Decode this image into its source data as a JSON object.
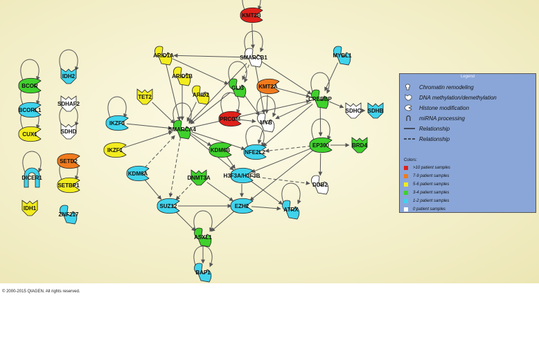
{
  "copyright": "© 2000-2015 QIAGEN. All rights reserved.",
  "legend": {
    "title": "Legend",
    "items": [
      {
        "label": "Chromatin remodeling",
        "icon": "chromatin-remodeling-icon"
      },
      {
        "label": "DNA methylation/demethylation",
        "icon": "dna-methylation-icon"
      },
      {
        "label": "Histone modification",
        "icon": "histone-modification-icon"
      },
      {
        "label": "miRNA processing",
        "icon": "mirna-processing-icon"
      },
      {
        "label": "Relationship",
        "icon": "solid-line-icon"
      },
      {
        "label": "Relationship",
        "icon": "dashed-line-icon"
      }
    ],
    "colors_title": "Colors:",
    "colors": [
      {
        "label": ">10 patient samples",
        "color": "#e0201a"
      },
      {
        "label": "7-9 patient samples",
        "color": "#f07a1c"
      },
      {
        "label": "5-6 patient samples",
        "color": "#f2ec1e"
      },
      {
        "label": "3-4 patient samples",
        "color": "#3fd12c"
      },
      {
        "label": "1-2 patient samples",
        "color": "#3fd3ec"
      },
      {
        "label": "0 patient samples",
        "color": "#ffffff"
      }
    ]
  },
  "palette": {
    "red": "#e0201a",
    "orange": "#f07a1c",
    "yellow": "#f2ec1e",
    "green": "#3fd12c",
    "cyan": "#3fd3ec",
    "white": "#ffffff"
  },
  "nodes": [
    {
      "id": "KMT2B",
      "label": "KMT2B",
      "color": "red",
      "shape": "heart"
    },
    {
      "id": "SMARCB1",
      "label": "SMARCB1",
      "color": "white",
      "shape": "chromatin"
    },
    {
      "id": "ARID1A",
      "label": "ARID1A",
      "color": "yellow",
      "shape": "chromatin"
    },
    {
      "id": "ARID1B",
      "label": "ARID1B",
      "color": "yellow",
      "shape": "chromatin"
    },
    {
      "id": "ARID2",
      "label": "ARID2",
      "color": "yellow",
      "shape": "chromatin"
    },
    {
      "id": "TET2",
      "label": "TET2",
      "color": "yellow",
      "shape": "dna"
    },
    {
      "id": "GLI3",
      "label": "GLI3",
      "color": "green",
      "shape": "chromatin"
    },
    {
      "id": "KMT2A",
      "label": "KMT2A",
      "color": "orange",
      "shape": "heart"
    },
    {
      "id": "CREBBP",
      "label": "CREBBP",
      "color": "green",
      "shape": "chromatin"
    },
    {
      "id": "MYBL1",
      "label": "MYBL1",
      "color": "cyan",
      "shape": "chromatin"
    },
    {
      "id": "SDHC",
      "label": "SDHC",
      "color": "white",
      "shape": "dna"
    },
    {
      "id": "SDHB",
      "label": "SDHB",
      "color": "cyan",
      "shape": "dna"
    },
    {
      "id": "IKZF3",
      "label": "IKZF3",
      "color": "cyan",
      "shape": "heart"
    },
    {
      "id": "SMARCA4",
      "label": "SMARCA4",
      "color": "green",
      "shape": "chromatin"
    },
    {
      "id": "PRCOM",
      "label": "PRCOM",
      "color": "red",
      "shape": "heart"
    },
    {
      "id": "MYB",
      "label": "MYB",
      "color": "white",
      "shape": "chromatin"
    },
    {
      "id": "IKZF1",
      "label": "IKZF1",
      "color": "yellow",
      "shape": "heart"
    },
    {
      "id": "KDM6B",
      "label": "KDM6B",
      "color": "green",
      "shape": "heart"
    },
    {
      "id": "NFE2L2",
      "label": "NFE2L2",
      "color": "cyan",
      "shape": "heart"
    },
    {
      "id": "EP300",
      "label": "EP300",
      "color": "green",
      "shape": "heart"
    },
    {
      "id": "BRD4",
      "label": "BRD4",
      "color": "green",
      "shape": "dna"
    },
    {
      "id": "KDM6A",
      "label": "KDM6A",
      "color": "cyan",
      "shape": "heart"
    },
    {
      "id": "DNMT3A",
      "label": "DNMT3A",
      "color": "green",
      "shape": "dna"
    },
    {
      "id": "H3F3A",
      "label": "H3F3A/H3F3B",
      "color": "cyan",
      "shape": "heart"
    },
    {
      "id": "DDB2",
      "label": "DDB2",
      "color": "white",
      "shape": "chromatin"
    },
    {
      "id": "SUZ12",
      "label": "SUZ12",
      "color": "cyan",
      "shape": "heart"
    },
    {
      "id": "EZH2",
      "label": "EZH2",
      "color": "cyan",
      "shape": "heart"
    },
    {
      "id": "ATRX",
      "label": "ATRX",
      "color": "cyan",
      "shape": "chromatin"
    },
    {
      "id": "ASXL1",
      "label": "ASXL1",
      "color": "green",
      "shape": "chromatin"
    },
    {
      "id": "BAP1",
      "label": "BAP1",
      "color": "cyan",
      "shape": "chromatin"
    },
    {
      "id": "BCOR",
      "label": "BCOR",
      "color": "green",
      "shape": "heart"
    },
    {
      "id": "BCORL1",
      "label": "BCORL1",
      "color": "cyan",
      "shape": "heart"
    },
    {
      "id": "CUX1",
      "label": "CUX1",
      "color": "yellow",
      "shape": "heart"
    },
    {
      "id": "DICER1",
      "label": "DICER1",
      "color": "cyan",
      "shape": "mirna"
    },
    {
      "id": "IDH1",
      "label": "IDH1",
      "color": "yellow",
      "shape": "dna"
    },
    {
      "id": "IDH2",
      "label": "IDH2",
      "color": "cyan",
      "shape": "dna"
    },
    {
      "id": "SDHAF2",
      "label": "SDHAF2",
      "color": "white",
      "shape": "dna"
    },
    {
      "id": "SDHD",
      "label": "SDHD",
      "color": "white",
      "shape": "dna"
    },
    {
      "id": "SETD2",
      "label": "SETD2",
      "color": "orange",
      "shape": "heart"
    },
    {
      "id": "SETBP1",
      "label": "SETBP1",
      "color": "yellow",
      "shape": "heart"
    },
    {
      "id": "ZNF217",
      "label": "ZNF217",
      "color": "cyan",
      "shape": "chromatin"
    }
  ],
  "self_loops": [
    "KMT2B",
    "SMARCB1",
    "GLI3",
    "CREBBP",
    "SMARCA4",
    "MYB",
    "NFE2L2",
    "EP300",
    "ATRX",
    "ASXL1",
    "BAP1",
    "BCOR",
    "BCORL1",
    "CUX1",
    "DICER1",
    "IDH2",
    "SDHD",
    "SETBP1",
    "PRCOM",
    "IKZF3"
  ],
  "edges": [
    {
      "from": "KMT2B",
      "to": "SMARCB1",
      "style": "solid"
    },
    {
      "from": "SMARCB1",
      "to": "ARID1A",
      "style": "solid"
    },
    {
      "from": "SMARCB1",
      "to": "SMARCA4",
      "style": "solid"
    },
    {
      "from": "SMARCB1",
      "to": "MYB",
      "style": "solid"
    },
    {
      "from": "SMARCB1",
      "to": "CREBBP",
      "style": "solid"
    },
    {
      "from": "SMARCB1",
      "to": "GLI3",
      "style": "dashed"
    },
    {
      "from": "ARID1A",
      "to": "SMARCA4",
      "style": "solid"
    },
    {
      "from": "ARID1B",
      "to": "SMARCA4",
      "style": "solid"
    },
    {
      "from": "ARID2",
      "to": "SMARCA4",
      "style": "solid"
    },
    {
      "from": "TET2",
      "to": "SMARCA4",
      "style": "solid"
    },
    {
      "from": "IKZF3",
      "to": "SMARCA4",
      "style": "solid"
    },
    {
      "from": "IKZF1",
      "to": "SMARCA4",
      "style": "solid"
    },
    {
      "from": "KDM6A",
      "to": "SMARCA4",
      "style": "dashed"
    },
    {
      "from": "SMARCA4",
      "to": "KDM6B",
      "style": "solid"
    },
    {
      "from": "SMARCA4",
      "to": "CREBBP",
      "style": "solid"
    },
    {
      "from": "SMARCA4",
      "to": "SUZ12",
      "style": "dashed"
    },
    {
      "from": "SMARCA4",
      "to": "H3F3A",
      "style": "solid"
    },
    {
      "from": "SMARCA4",
      "to": "NFE2L2",
      "style": "solid"
    },
    {
      "from": "GLI3",
      "to": "SMARCA4",
      "style": "solid"
    },
    {
      "from": "GLI3",
      "to": "MYB",
      "style": "solid"
    },
    {
      "from": "KMT2A",
      "to": "CREBBP",
      "style": "solid"
    },
    {
      "from": "KMT2A",
      "to": "MYB",
      "style": "solid"
    },
    {
      "from": "PRCOM",
      "to": "MYB",
      "style": "solid"
    },
    {
      "from": "CREBBP",
      "to": "MYB",
      "style": "solid"
    },
    {
      "from": "CREBBP",
      "to": "EP300",
      "style": "solid"
    },
    {
      "from": "CREBBP",
      "to": "SDHC",
      "style": "solid"
    },
    {
      "from": "CREBBP",
      "to": "NFE2L2",
      "style": "solid"
    },
    {
      "from": "SDHC",
      "to": "SDHB",
      "style": "solid"
    },
    {
      "from": "MYBL1",
      "to": "CREBBP",
      "style": "solid"
    },
    {
      "from": "MYB",
      "to": "NFE2L2",
      "style": "solid"
    },
    {
      "from": "EP300",
      "to": "NFE2L2",
      "style": "dashed"
    },
    {
      "from": "EP300",
      "to": "BRD4",
      "style": "solid"
    },
    {
      "from": "EP300",
      "to": "DDB2",
      "style": "solid"
    },
    {
      "from": "EP300",
      "to": "H3F3A",
      "style": "solid"
    },
    {
      "from": "EP300",
      "to": "EZH2",
      "style": "solid"
    },
    {
      "from": "KDM6B",
      "to": "H3F3A",
      "style": "solid"
    },
    {
      "from": "DNMT3A",
      "to": "EZH2",
      "style": "solid"
    },
    {
      "from": "DNMT3A",
      "to": "SUZ12",
      "style": "dashed"
    },
    {
      "from": "H3F3A",
      "to": "ATRX",
      "style": "solid"
    },
    {
      "from": "H3F3A",
      "to": "EZH2",
      "style": "solid"
    },
    {
      "from": "H3F3A",
      "to": "DDB2",
      "style": "dashed"
    },
    {
      "from": "SUZ12",
      "to": "EZH2",
      "style": "solid"
    },
    {
      "from": "SUZ12",
      "to": "ASXL1",
      "style": "solid"
    },
    {
      "from": "EZH2",
      "to": "ATRX",
      "style": "solid"
    },
    {
      "from": "EZH2",
      "to": "ASXL1",
      "style": "solid"
    },
    {
      "from": "ASXL1",
      "to": "BAP1",
      "style": "solid"
    },
    {
      "from": "KDM6A",
      "to": "SUZ12",
      "style": "solid"
    },
    {
      "from": "ARID1A",
      "to": "GLI3",
      "style": "solid"
    }
  ]
}
